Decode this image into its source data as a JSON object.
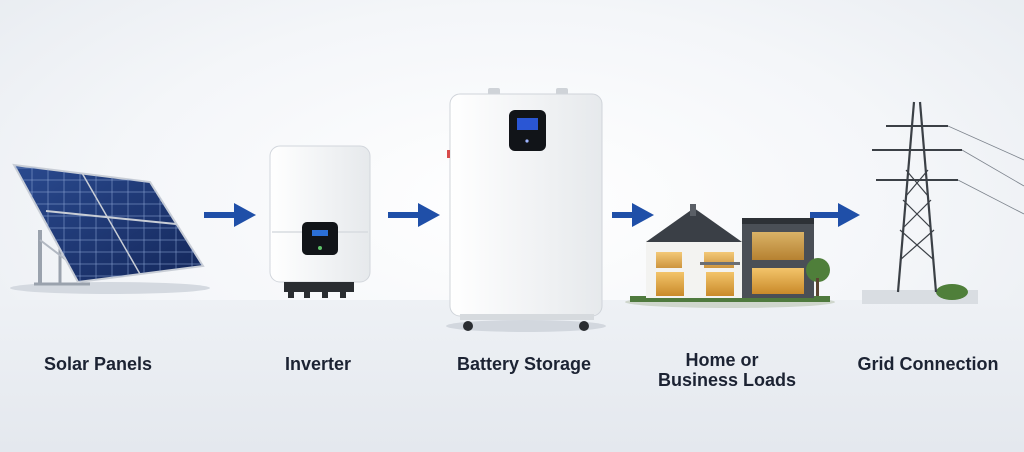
{
  "steps": [
    {
      "label": "Solar Panels",
      "icon": "solar-panel-array"
    },
    {
      "label": "Inverter",
      "icon": "inverter-unit"
    },
    {
      "label": "Battery Storage",
      "icon": "battery-cabinet"
    },
    {
      "label_line1": "Home or",
      "label_line2": "Business Loads",
      "icon": "house"
    },
    {
      "label": "Grid Connection",
      "icon": "transmission-tower"
    }
  ],
  "arrows": [
    {
      "from": "Solar Panels",
      "to": "Inverter"
    },
    {
      "from": "Inverter",
      "to": "Battery Storage"
    },
    {
      "from": "Battery Storage",
      "to": "Home or Business Loads"
    },
    {
      "from": "Home or Business Loads",
      "to": "Grid Connection"
    }
  ],
  "colors": {
    "arrow": "#1f4fa8",
    "panel": "#1c2f63",
    "cabinet": "#f6f7f8",
    "label": "#1c2333"
  }
}
